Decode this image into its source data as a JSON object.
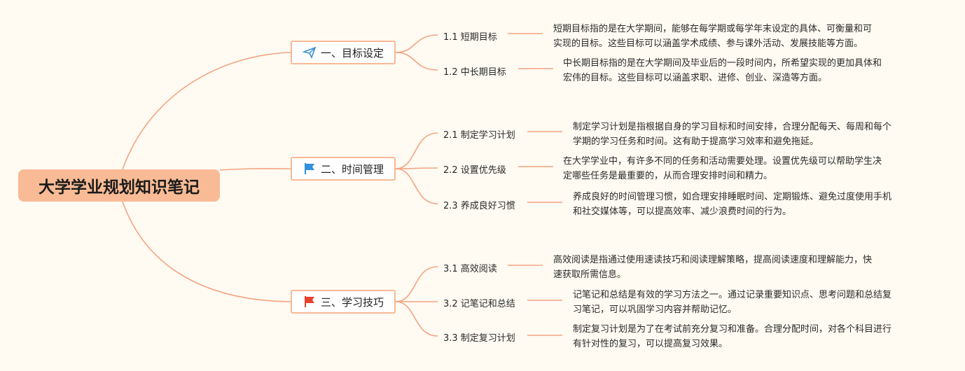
{
  "title": "大学学业规划知识笔记",
  "branches": [
    {
      "label": "一、目标设定",
      "icon": "paper-plane-icon",
      "items": [
        {
          "label": "1.1 短期目标",
          "lines": [
            "短期目标指的是在大学期间，能够在每学期或每学年末设定的具体、可衡量和可",
            "实现的目标。这些目标可以涵盖学术成绩、参与课外活动、发展技能等方面。"
          ]
        },
        {
          "label": "1.2 中长期目标",
          "lines": [
            "中长期目标指的是在大学期间及毕业后的一段时间内，所希望实现的更加具体和",
            "宏伟的目标。这些目标可以涵盖求职、进修、创业、深造等方面。"
          ]
        }
      ]
    },
    {
      "label": "二、时间管理",
      "icon": "blue-flag-icon",
      "items": [
        {
          "label": "2.1 制定学习计划",
          "lines": [
            "制定学习计划是指根据自身的学习目标和时间安排，合理分配每天、每周和每个",
            "学期的学习任务和时间。这有助于提高学习效率和避免拖延。"
          ]
        },
        {
          "label": "2.2 设置优先级",
          "lines": [
            "在大学学业中，有许多不同的任务和活动需要处理。设置优先级可以帮助学生决",
            "定哪些任务是最重要的，从而合理安排时间和精力。"
          ]
        },
        {
          "label": "2.3 养成良好习惯",
          "lines": [
            "养成良好的时间管理习惯，如合理安排睡眠时间、定期锻炼、避免过度使用手机",
            "和社交媒体等，可以提高效率、减少浪费时间的行为。"
          ]
        }
      ]
    },
    {
      "label": "三、学习技巧",
      "icon": "red-flag-icon",
      "items": [
        {
          "label": "3.1 高效阅读",
          "lines": [
            "高效阅读是指通过使用速读技巧和阅读理解策略，提高阅读速度和理解能力，快",
            "速获取所需信息。"
          ]
        },
        {
          "label": "3.2 记笔记和总结",
          "lines": [
            "记笔记和总结是有效的学习方法之一。通过记录重要知识点、思考问题和总结复",
            "习笔记，可以巩固学习内容并帮助记忆。"
          ]
        },
        {
          "label": "3.3 制定复习计划",
          "lines": [
            "制定复习计划是为了在考试前充分复习和准备。合理分配时间，对各个科目进行",
            "有针对性的复习，可以提高复习效果。"
          ]
        }
      ]
    }
  ],
  "colors": {
    "background": "#fffaf2",
    "root": "#f8bb95",
    "connector": "#f2a582",
    "branch_border": "#f7b995",
    "blue_flag": "#2f8fe0",
    "red_flag": "#e8412c",
    "plane": "#3a8fd6"
  }
}
